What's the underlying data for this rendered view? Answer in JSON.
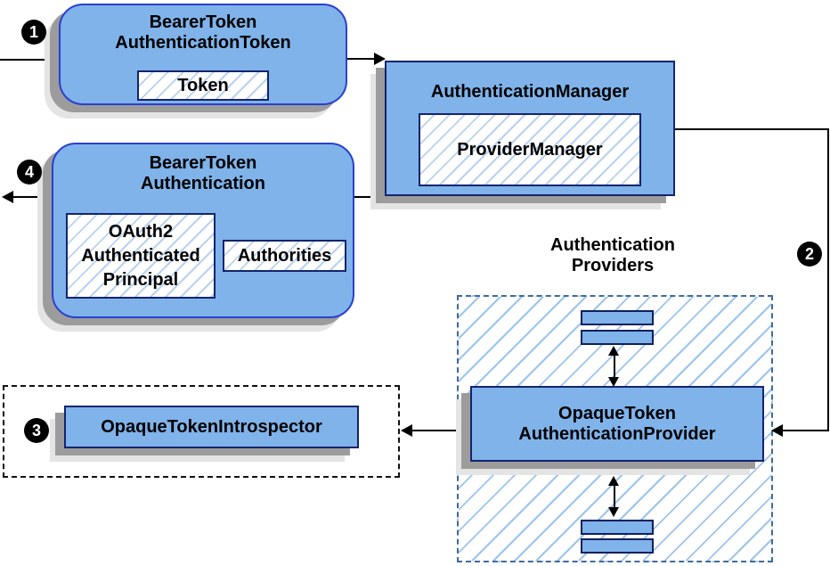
{
  "badges": {
    "step1": "1",
    "step2": "2",
    "step3": "3",
    "step4": "4"
  },
  "bearer_token_authentication_token": {
    "title": "BearerToken\nAuthenticationToken",
    "token_label": "Token"
  },
  "authentication_manager": {
    "title": "AuthenticationManager",
    "inner_label": "ProviderManager"
  },
  "bearer_token_authentication": {
    "title": "BearerToken\nAuthentication",
    "principal_label": "OAuth2\nAuthenticated\nPrincipal",
    "authorities_label": "Authorities"
  },
  "introspector": {
    "label": "OpaqueTokenIntrospector"
  },
  "providers": {
    "heading": "Authentication\nProviders",
    "provider_label": "OpaqueToken\nAuthenticationProvider"
  },
  "colors": {
    "box_fill": "#7fb3ea",
    "rounded_border": "#2a3fd0",
    "rect_border": "#13246e",
    "hatch_line": "#b9d2ef",
    "area_hatch_line": "#9cc4ec",
    "area_dashed_border": "#3e6a9e",
    "container_dashed_border": "#111111",
    "shadow_dark": "#9c9c9c",
    "shadow_light": "#e4e4e4",
    "arrow_color": "#000000"
  }
}
